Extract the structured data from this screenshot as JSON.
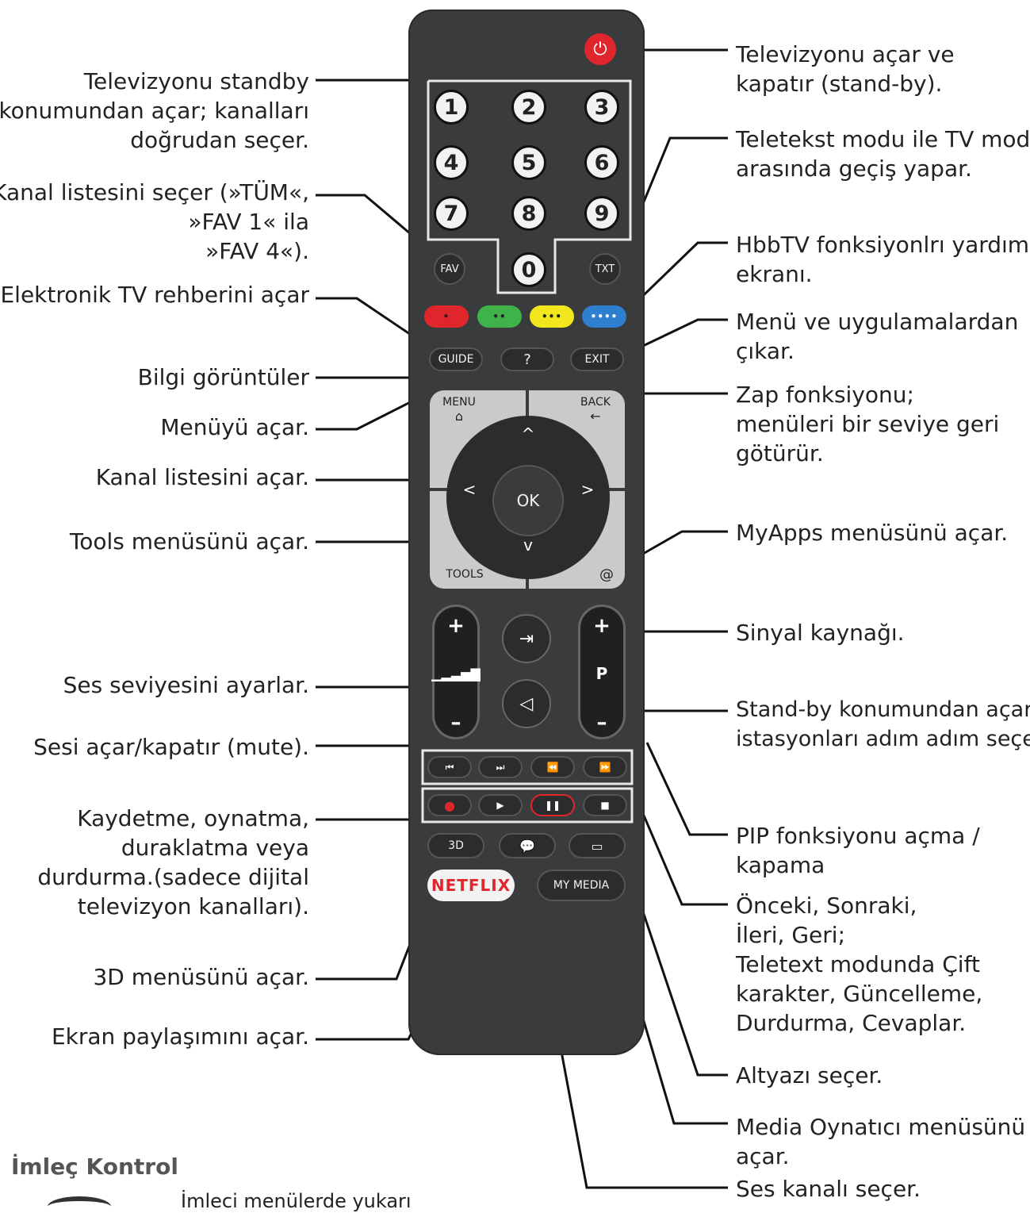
{
  "left_labels": [
    {
      "id": "standby",
      "lines": [
        "Televizyonu standby",
        "konumundan açar; kanalları",
        "doğrudan seçer."
      ]
    },
    {
      "id": "fav",
      "lines": [
        "Kanal listesini seçer (»TÜM«,",
        "»FAV 1« ila",
        "»FAV 4«)."
      ]
    },
    {
      "id": "guide",
      "lines": [
        "Elektronik TV rehberini açar"
      ]
    },
    {
      "id": "info",
      "lines": [
        "Bilgi görüntüler"
      ]
    },
    {
      "id": "menu",
      "lines": [
        "Menüyü açar."
      ]
    },
    {
      "id": "ok",
      "lines": [
        "Kanal listesini açar."
      ]
    },
    {
      "id": "tools",
      "lines": [
        "Tools menüsünü açar."
      ]
    },
    {
      "id": "volume",
      "lines": [
        "Ses seviyesini ayarlar."
      ]
    },
    {
      "id": "mute",
      "lines": [
        "Sesi açar/kapatır (mute)."
      ]
    },
    {
      "id": "record",
      "lines": [
        "Kaydetme, oynatma,",
        "duraklatma veya",
        "durdurma.(sadece dijital",
        "televizyon kanalları)."
      ]
    },
    {
      "id": "3d",
      "lines": [
        "3D menüsünü açar."
      ]
    },
    {
      "id": "share",
      "lines": [
        "Ekran paylaşımını açar."
      ]
    }
  ],
  "right_labels": [
    {
      "id": "power",
      "lines": [
        "Televizyonu açar ve",
        "kapatır (stand-by)."
      ]
    },
    {
      "id": "txt",
      "lines": [
        " Teletekst modu ile TV modu",
        "arasında geçiş yapar."
      ]
    },
    {
      "id": "hbbtv",
      "lines": [
        "HbbTV fonksiyonlrı yardım",
        "ekranı."
      ]
    },
    {
      "id": "exit",
      "lines": [
        "Menü ve uygulamalardan",
        "çıkar."
      ]
    },
    {
      "id": "back",
      "lines": [
        " Zap fonksiyonu;",
        "menüleri bir seviye geri",
        "götürür."
      ]
    },
    {
      "id": "myapps",
      "lines": [
        "MyApps menüsünü açar."
      ]
    },
    {
      "id": "source",
      "lines": [
        "Sinyal kaynağı."
      ]
    },
    {
      "id": "channel",
      "lines": [
        "Stand-by konumundan açar;",
        "istasyonları adım adım seçer"
      ]
    },
    {
      "id": "pip",
      "lines": [
        "PIP fonksiyonu açma /",
        "kapama"
      ]
    },
    {
      "id": "prevnext",
      "lines": [
        "Önceki, Sonraki,",
        "İleri, Geri;",
        "Teletext modunda Çift",
        "karakter, Güncelleme,",
        "Durdurma, Cevaplar."
      ]
    },
    {
      "id": "subtitle",
      "lines": [
        "Altyazı seçer."
      ]
    },
    {
      "id": "media",
      "lines": [
        "Media Oynatıcı menüsünü",
        "açar."
      ]
    },
    {
      "id": "audio",
      "lines": [
        "Ses kanalı seçer."
      ]
    }
  ],
  "remote": {
    "digits": [
      "1",
      "2",
      "3",
      "4",
      "5",
      "6",
      "7",
      "8",
      "9",
      "0"
    ],
    "fav_label": "FAV",
    "txt_label": "TXT",
    "color_dots": [
      "•",
      "••",
      "•••",
      "••••"
    ],
    "colors": {
      "red": "#e0262d",
      "green": "#3fb24a",
      "yellow": "#f2e61c",
      "blue": "#2f7fd1",
      "power": "#e0262d",
      "body": "#3a3b3d"
    },
    "guide_label": "GUIDE",
    "info_label": "?",
    "exit_label": "EXIT",
    "menu_label": "MENU",
    "back_label": "BACK",
    "ok_label": "OK",
    "tools_label": "TOOLS",
    "at_label": "@",
    "p_label": "P",
    "plus": "+",
    "minus": "–",
    "up": "^",
    "down": "v",
    "left": "<",
    "right": ">",
    "three_d_label": "3D",
    "netflix_label": "NETFLIX",
    "my_media_label": "MY MEDIA"
  },
  "section_title": "İmleç Kontrol",
  "footer_text": "İmleci menülerde yukarı"
}
